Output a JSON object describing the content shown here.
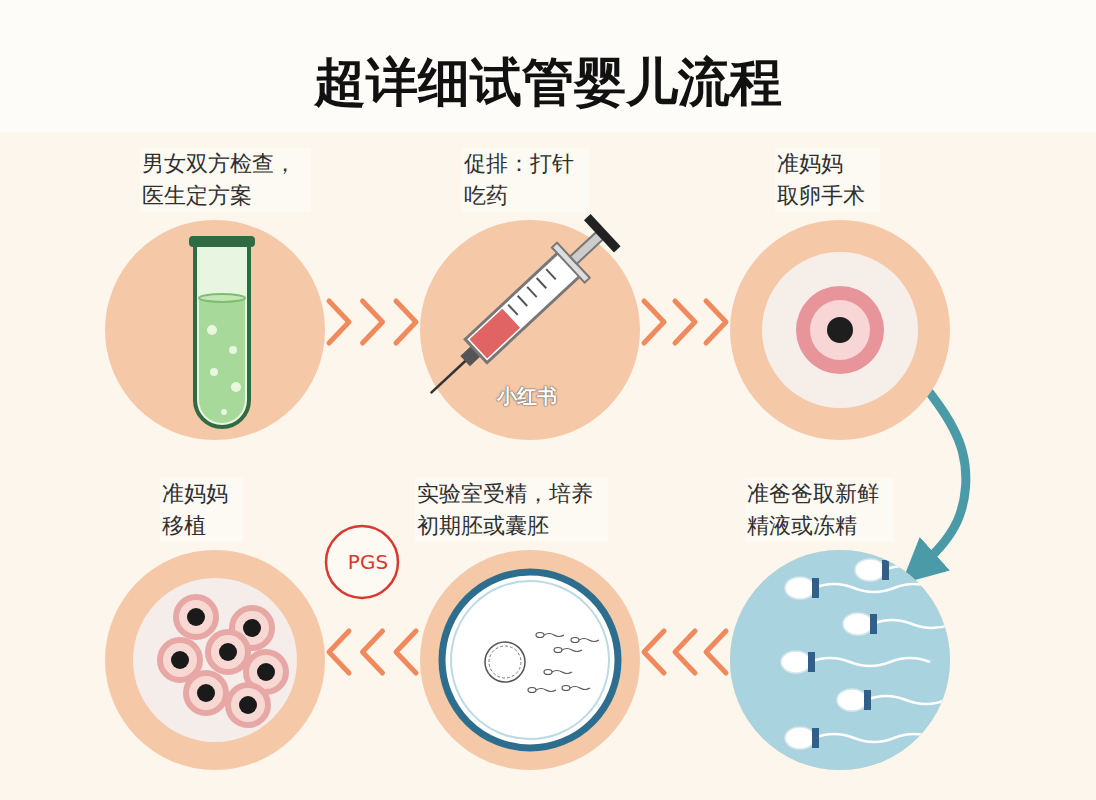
{
  "diagram": {
    "title": "超详细试管婴儿流程",
    "nodes": [
      {
        "text": [
          "男女双方检查， 医生定方案"
        ]
      },
      {
        "text": [
          "促排：打针 吃药"
        ]
      },
      {
        "text": [
          "准妈妈 取卵手术"
        ]
      },
      {
        "text": [
          "准爸爸取新鲜 精液或冻精"
        ]
      },
      {
        "text": [
          "实验室受精，培养 初期胚或囊胚"
        ]
      },
      {
        "text": [
          "准妈妈 移植"
        ]
      },
      {
        "text": [
          "PGS"
        ]
      }
    ],
    "edges": [
      {
        "from": 0,
        "to": 1,
        "arrow": "to"
      },
      {
        "from": 1,
        "to": 2,
        "arrow": "to"
      },
      {
        "from": 2,
        "to": 3,
        "arrow": "to"
      },
      {
        "from": 3,
        "to": 4,
        "arrow": "to"
      },
      {
        "from": 4,
        "to": 5,
        "arrow": "to"
      }
    ],
    "labels": [
      "小红书"
    ]
  }
}
